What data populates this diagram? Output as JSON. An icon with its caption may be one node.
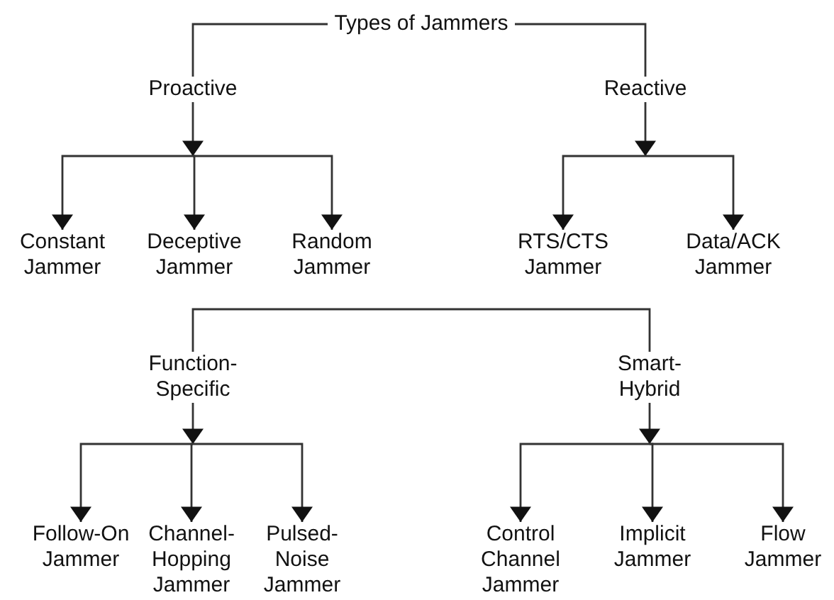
{
  "diagram": {
    "nodes": [
      {
        "text": [
          "Types of Jammers"
        ]
      },
      {
        "text": [
          "Proactive"
        ]
      },
      {
        "text": [
          "Reactive"
        ]
      },
      {
        "text": [
          "Constant Jammer"
        ]
      },
      {
        "text": [
          "Deceptive Jammer"
        ]
      },
      {
        "text": [
          "Random Jammer"
        ]
      },
      {
        "text": [
          "RTS/CTS Jammer"
        ]
      },
      {
        "text": [
          "Data/ACK Jammer"
        ]
      },
      {
        "text": [
          "Function-Specific"
        ]
      },
      {
        "text": [
          "Smart-Hybrid"
        ]
      },
      {
        "text": [
          "Follow-On Jammer"
        ]
      },
      {
        "text": [
          "Channel-Hopping Jammer"
        ]
      },
      {
        "text": [
          "Pulsed-Noise Jammer"
        ]
      },
      {
        "text": [
          "Control Channel Jammer"
        ]
      },
      {
        "text": [
          "Implicit Jammer"
        ]
      },
      {
        "text": [
          "Flow Jammer"
        ]
      }
    ],
    "edges": [
      {
        "from": 0,
        "to": 1,
        "arrow": "none"
      },
      {
        "from": 0,
        "to": 2,
        "arrow": "none"
      },
      {
        "from": 1,
        "to": 3,
        "arrow": "to"
      },
      {
        "from": 1,
        "to": 4,
        "arrow": "to"
      },
      {
        "from": 1,
        "to": 5,
        "arrow": "to"
      },
      {
        "from": 2,
        "to": 6,
        "arrow": "to"
      },
      {
        "from": 2,
        "to": 7,
        "arrow": "to"
      },
      {
        "from": null,
        "to": 8,
        "arrow": "none"
      },
      {
        "from": null,
        "to": 9,
        "arrow": "none"
      },
      {
        "from": 8,
        "to": 10,
        "arrow": "to"
      },
      {
        "from": 8,
        "to": 11,
        "arrow": "to"
      },
      {
        "from": 8,
        "to": 12,
        "arrow": "to"
      },
      {
        "from": 9,
        "to": 13,
        "arrow": "to"
      },
      {
        "from": 9,
        "to": 14,
        "arrow": "to"
      },
      {
        "from": 9,
        "to": 15,
        "arrow": "to"
      }
    ]
  }
}
